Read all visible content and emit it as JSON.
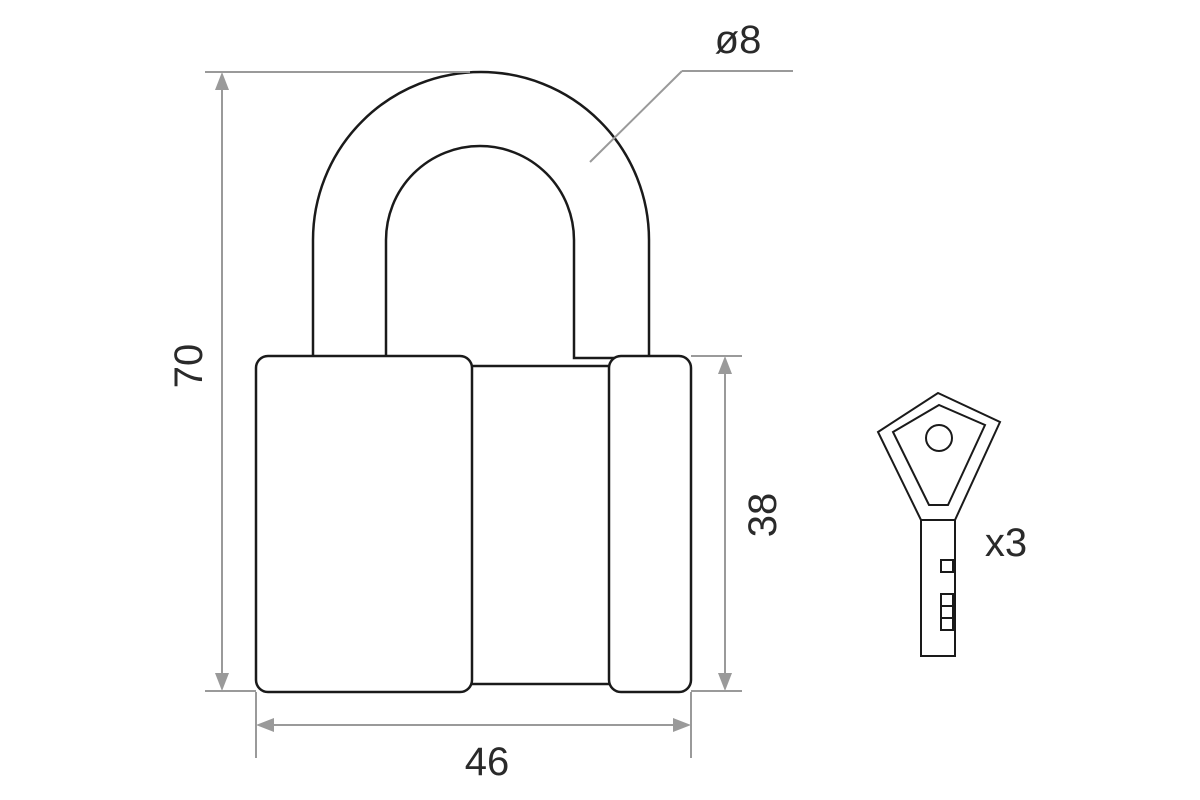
{
  "drawing": {
    "dimensions": {
      "height_total": "70",
      "body_height": "38",
      "body_width": "46",
      "shackle_diameter": "ø8",
      "key_count": "x3"
    },
    "colors": {
      "outline": "#1a1a1a",
      "dimension": "#9a9a9a",
      "background": "#ffffff"
    }
  }
}
